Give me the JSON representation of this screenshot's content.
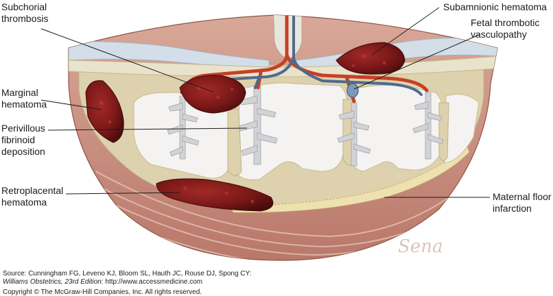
{
  "labels": {
    "subchorial": [
      "Subchorial",
      "thrombosis"
    ],
    "marginal": [
      "Marginal",
      "hematoma"
    ],
    "perivillous": [
      "Perivillous",
      "fibrinoid",
      "deposition"
    ],
    "retroplacental": [
      "Retroplacental",
      "hematoma"
    ],
    "subamnionic": "Subamnionic hematoma",
    "fetal": [
      "Fetal thrombotic",
      "vasculopathy"
    ],
    "maternal_floor": [
      "Maternal floor",
      "infarction"
    ]
  },
  "signature": "Sena",
  "source": {
    "line1": "Source: Cunningham FG, Leveno KJ, Bloom SL, Hauth JC, Rouse DJ, Spong CY:",
    "book": "Williams Obstetrics, 23rd Edition:",
    "url": " http://www.accessmedicine.com",
    "copyright": "Copyright © The McGraw-Hill Companies, Inc. All rights reserved."
  },
  "colors": {
    "uterine_wall": "#c98f7c",
    "decidua": "#ddd2ad",
    "intervillous": "#f4f3f1",
    "hematoma": "#7a1818",
    "artery": "#c64026",
    "vein": "#4e6a8e",
    "amnion": "#d3dee8"
  }
}
